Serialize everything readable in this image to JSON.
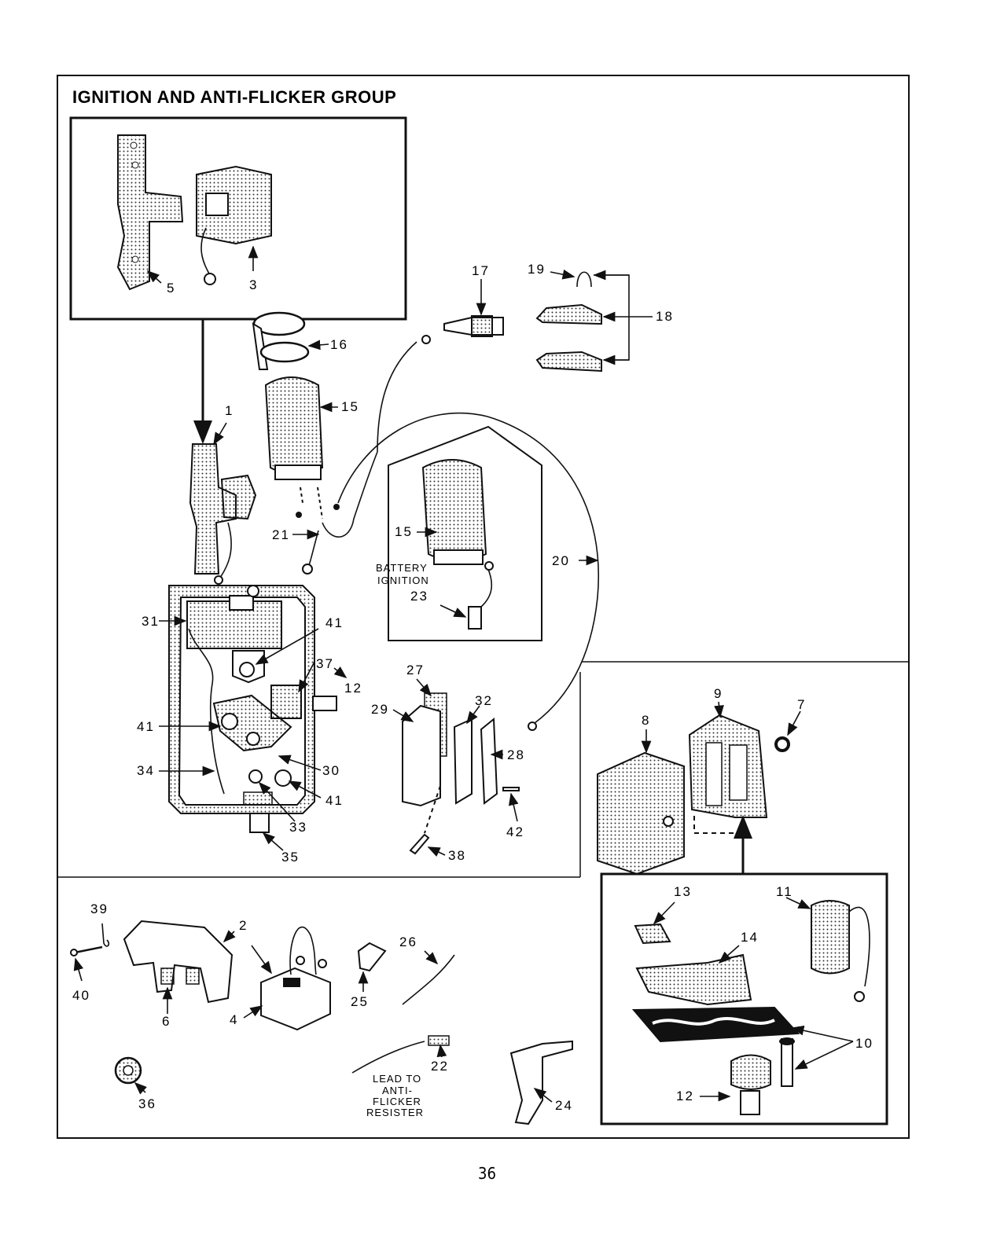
{
  "title": "IGNITION AND ANTI-FLICKER GROUP",
  "page_number": "36",
  "callouts": [
    "1",
    "2",
    "3",
    "4",
    "5",
    "6",
    "7",
    "8",
    "9",
    "10",
    "11",
    "12",
    "12",
    "13",
    "14",
    "15",
    "15",
    "16",
    "17",
    "18",
    "19",
    "20",
    "21",
    "22",
    "23",
    "24",
    "25",
    "26",
    "27",
    "28",
    "29",
    "30",
    "31",
    "32",
    "33",
    "34",
    "35",
    "36",
    "37",
    "38",
    "39",
    "40",
    "41",
    "41",
    "41",
    "42"
  ],
  "notes": {
    "battery_line1": "BATTERY",
    "battery_line2": "IGNITION",
    "lead_line1": "LEAD TO",
    "lead_line2": "ANTI-",
    "lead_line3": "FLICKER",
    "lead_line4": "RESISTER"
  }
}
